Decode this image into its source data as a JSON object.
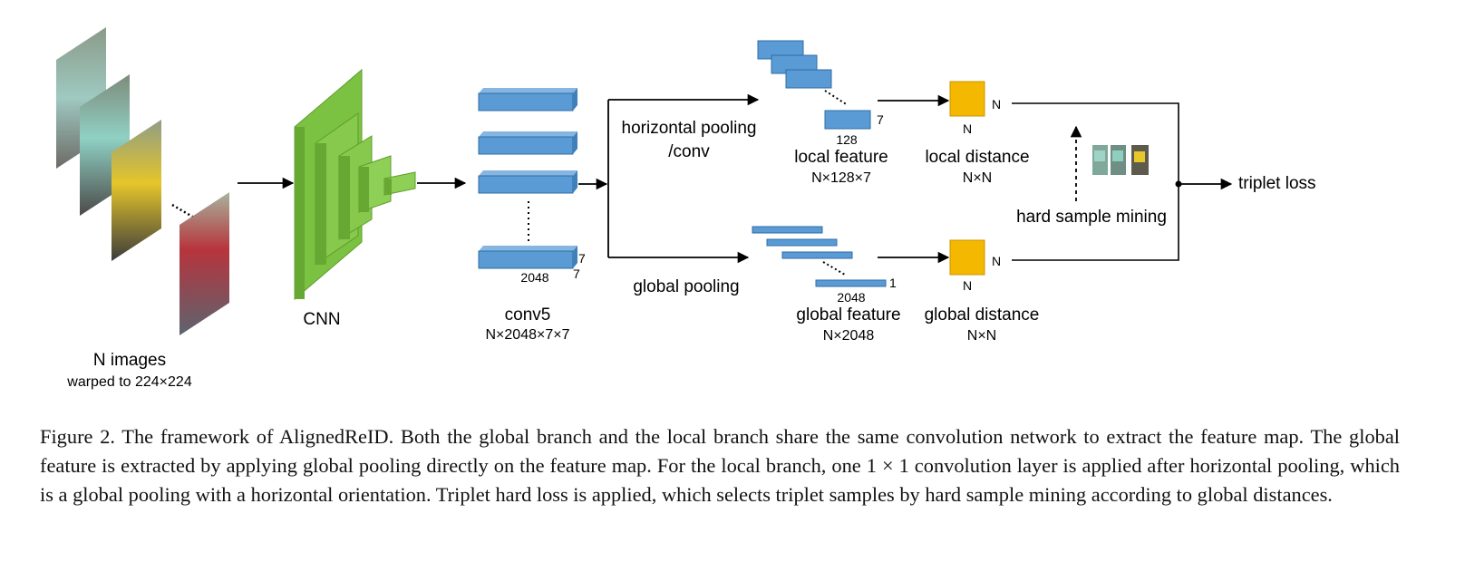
{
  "figure": {
    "input_label": "N images",
    "input_sublabel": "warped to 224×224",
    "cnn_label": "CNN",
    "conv5_label": "conv5",
    "conv5_dims": "N×2048×7×7",
    "conv5_channels": "2048",
    "conv5_height": "7",
    "conv5_width": "7",
    "horizontal_pooling_line1": "horizontal pooling",
    "horizontal_pooling_line2": "/conv",
    "global_pooling_label": "global pooling",
    "local_feature_label": "local feature",
    "local_feature_dims": "N×128×7",
    "local_feature_channels": "128",
    "local_feature_parts": "7",
    "global_feature_label": "global feature",
    "global_feature_dims": "N×2048",
    "global_feature_channels": "2048",
    "global_feature_one": "1",
    "local_distance_label": "local distance",
    "local_distance_dims": "N×N",
    "global_distance_label": "global distance",
    "global_distance_dims": "N×N",
    "matrix_n": "N",
    "hard_sample_mining_label": "hard sample mining",
    "triplet_loss_label": "triplet loss"
  },
  "caption": "Figure 2. The framework of AlignedReID. Both the global branch and the local branch share the same convolution network to extract the feature map. The global feature is extracted by applying global pooling directly on the feature map. For the local branch, one 1 × 1 convolution layer is applied after horizontal pooling, which is a global pooling with a horizontal orientation. Triplet hard loss is applied, which selects triplet samples by hard sample mining according to global distances.",
  "colors": {
    "feature_blue": "#5b9bd5",
    "feature_blue_dark": "#2e6ea6",
    "cnn_green": "#7cc242",
    "matrix_yellow": "#f5b800"
  }
}
